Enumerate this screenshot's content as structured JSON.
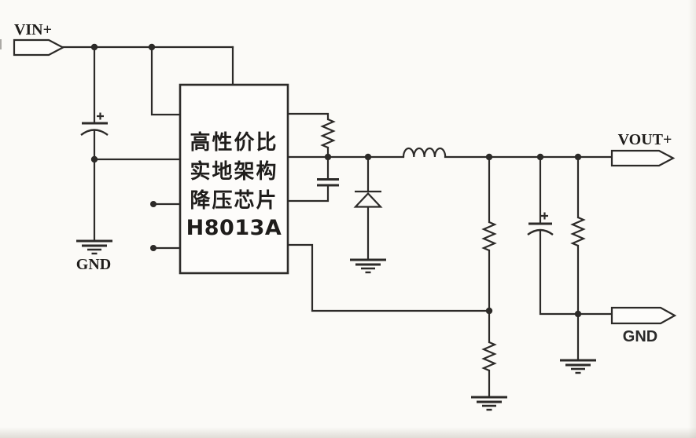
{
  "labels": {
    "vin": "VIN+",
    "gnd_input": "GND",
    "vout": "VOUT+",
    "gnd_output": "GND"
  },
  "chip": {
    "line1": "高性价比",
    "line2": "实地架构",
    "line3": "降压芯片",
    "line4": "H8013A"
  },
  "colors": {
    "wire": "#2c2a28",
    "background": "#fbfaf7",
    "text": "#1f1d1b"
  },
  "components": [
    "vin-connector",
    "input-polarized-capacitor",
    "input-ground-symbol",
    "buck-converter-ic",
    "bootstrap-resistor",
    "bootstrap-capacitor",
    "freewheeling-diode",
    "diode-ground-symbol",
    "output-inductor",
    "feedback-resistor-upper",
    "feedback-resistor-lower",
    "feedback-ground-symbol",
    "output-polarized-capacitor",
    "output-resistor",
    "output-ground-symbol",
    "vout-connector",
    "gnd-connector"
  ]
}
